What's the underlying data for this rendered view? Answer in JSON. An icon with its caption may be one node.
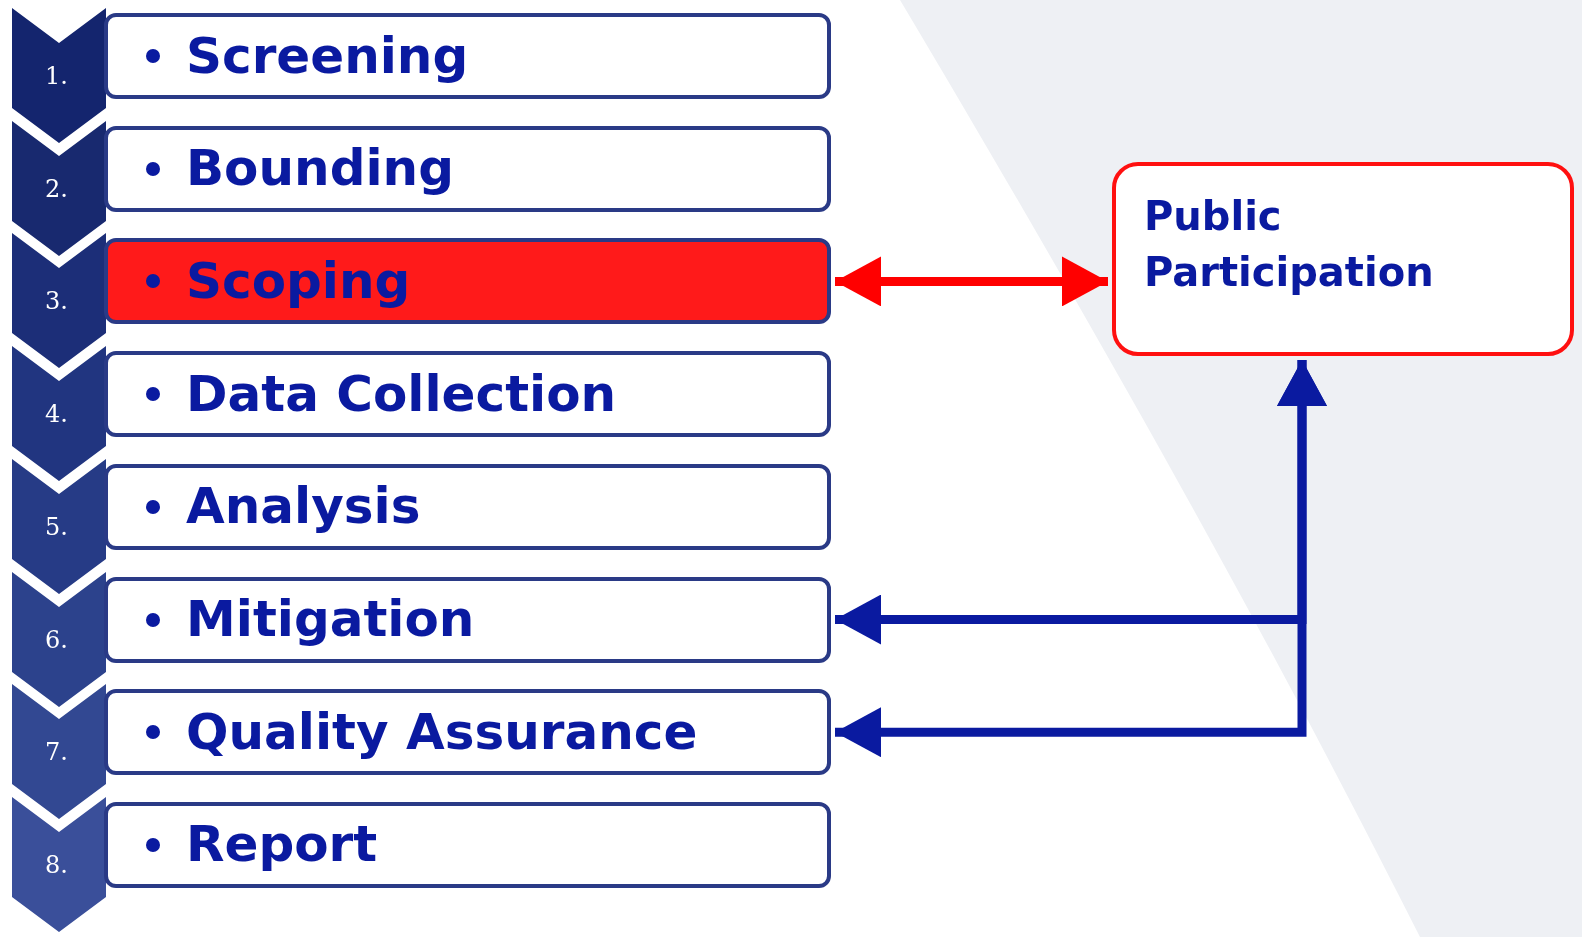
{
  "diagram": {
    "nodes": [
      {
        "text": [
          "1."
        ]
      },
      {
        "text": [
          "Screening"
        ]
      },
      {
        "text": [
          "2."
        ]
      },
      {
        "text": [
          "Bounding"
        ]
      },
      {
        "text": [
          "3."
        ]
      },
      {
        "text": [
          "Scoping"
        ]
      },
      {
        "text": [
          "4."
        ]
      },
      {
        "text": [
          "Data Collection"
        ]
      },
      {
        "text": [
          "5."
        ]
      },
      {
        "text": [
          "Analysis"
        ]
      },
      {
        "text": [
          "6."
        ]
      },
      {
        "text": [
          "Mitigation"
        ]
      },
      {
        "text": [
          "7."
        ]
      },
      {
        "text": [
          "Quality Assurance"
        ]
      },
      {
        "text": [
          "8."
        ]
      },
      {
        "text": [
          "Report"
        ]
      },
      {
        "text": [
          "Public Participation"
        ]
      }
    ],
    "edges": [
      {
        "from": 5,
        "to": 16,
        "arrow": "both",
        "color": "#ff0000"
      },
      {
        "from": 11,
        "to": 16,
        "arrow": "both"
      },
      {
        "from": 13,
        "to": 16,
        "arrow": "both"
      }
    ]
  }
}
